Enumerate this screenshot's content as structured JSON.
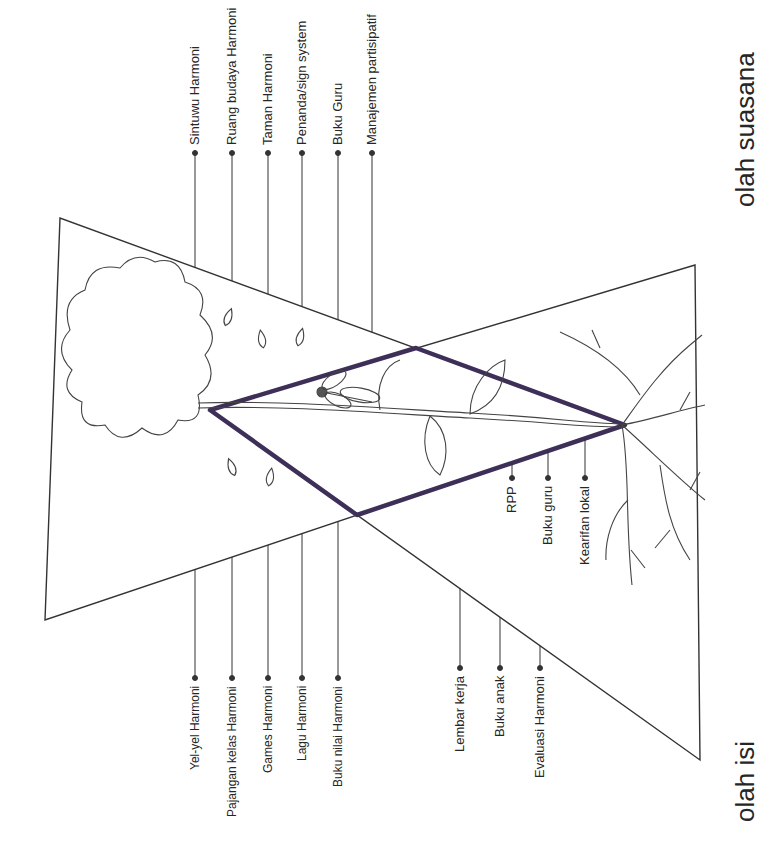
{
  "diagram": {
    "labels": [
      "olah suasana",
      "Sintuwu Harmoni",
      "Ruang budaya Harmoni",
      "Taman Harmoni",
      "Penanda/sign system",
      "Buku Guru",
      "Manajemen partisipatif",
      "RPP",
      "Buku guru",
      "Kearifan lokal",
      "Yel-yel Harmoni",
      "Pajangan kelas Harmoni",
      "Games Harmoni",
      "Lagu Harmoni",
      "Buku nilai Harmoni",
      "Lembar kerja",
      "Buku anak",
      "Evaluasi Harmoni",
      "olah isi"
    ]
  }
}
